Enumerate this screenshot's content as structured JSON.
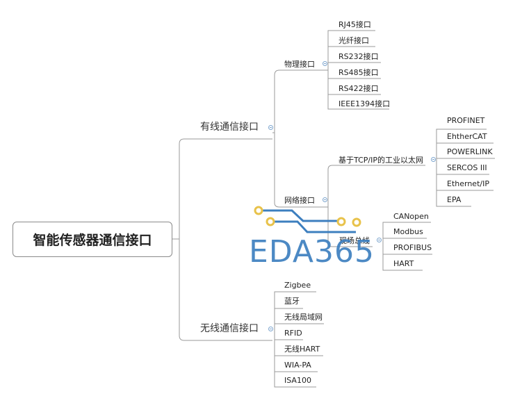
{
  "root": {
    "label": "智能传感器通信接口"
  },
  "wired": {
    "label": "有线通信接口",
    "physical": {
      "label": "物理接口",
      "items": [
        "RJ45接口",
        "光纤接口",
        "RS232接口",
        "RS485接口",
        "RS422接口",
        "IEEE1394接口"
      ]
    },
    "network": {
      "label": "网络接口",
      "ethernet": {
        "label": "基于TCP/IP的工业以太网",
        "items": [
          "PROFINET",
          "EhtherCAT",
          "POWERLINK",
          "SERCOS III",
          "Ethernet/IP",
          "EPA"
        ]
      },
      "fieldbus": {
        "label": "现场总线",
        "items": [
          "CANopen",
          "Modbus",
          "PROFIBUS",
          "HART"
        ]
      }
    }
  },
  "wireless": {
    "label": "无线通信接口",
    "items": [
      "Zigbee",
      "蓝牙",
      "无线局域网",
      "RFID",
      "无线HART",
      "WIA-PA",
      "ISA100"
    ]
  },
  "watermark": {
    "text": "EDA365"
  },
  "colors": {
    "line": "#9a9a9a",
    "toggle": "#7ea6cf",
    "watermark_blue": "#3d7fbf",
    "watermark_gold": "#e8c24a"
  }
}
